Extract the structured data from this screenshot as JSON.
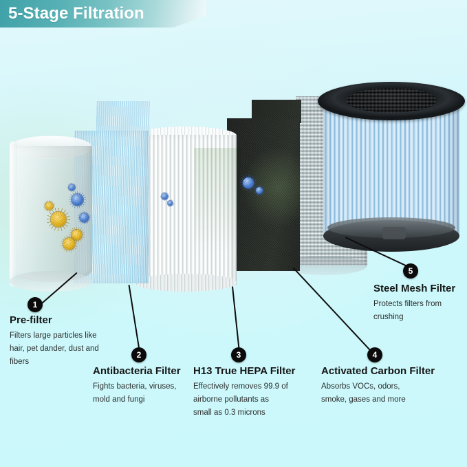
{
  "header": {
    "title": "5-Stage Filtration"
  },
  "theme": {
    "background": "#ccf8fb",
    "banner_start": "#3fa2a8",
    "banner_end": "#f2fbfc",
    "badge_bg": "#0b0b0b",
    "title_color": "#151515",
    "desc_color": "#2c2c2c"
  },
  "stages": [
    {
      "number": "1",
      "title": "Pre-filter",
      "description": "Filters large particles like\nhair, pet dander, dust  and\nfibers",
      "layer_name": "pre-filter-layer"
    },
    {
      "number": "2",
      "title": "Antibacteria Filter",
      "description": "Fights bacteria, viruses,\nmold and fungi",
      "layer_name": "antibacteria-filter-layer"
    },
    {
      "number": "3",
      "title": "H13 True HEPA Filter",
      "description": "Effectively removes 99.9 of\nairborne pollutants as\nsmall as 0.3 microns",
      "layer_name": "hepa-filter-layer"
    },
    {
      "number": "4",
      "title": "Activated Carbon Filter",
      "description": "Absorbs VOCs,  odors,\nsmoke, gases and more",
      "layer_name": "activated-carbon-filter-layer"
    },
    {
      "number": "5",
      "title": "Steel Mesh Filter",
      "description": "Protects filters from\ncrushing",
      "layer_name": "steel-mesh-filter-layer"
    }
  ],
  "illustration": {
    "assembled_filter_label": "assembled cylindrical air filter",
    "particles": [
      {
        "kind": "pollen"
      },
      {
        "kind": "pollen"
      },
      {
        "kind": "pollen"
      },
      {
        "kind": "pollen"
      },
      {
        "kind": "virus"
      },
      {
        "kind": "virus"
      },
      {
        "kind": "virus"
      }
    ]
  }
}
